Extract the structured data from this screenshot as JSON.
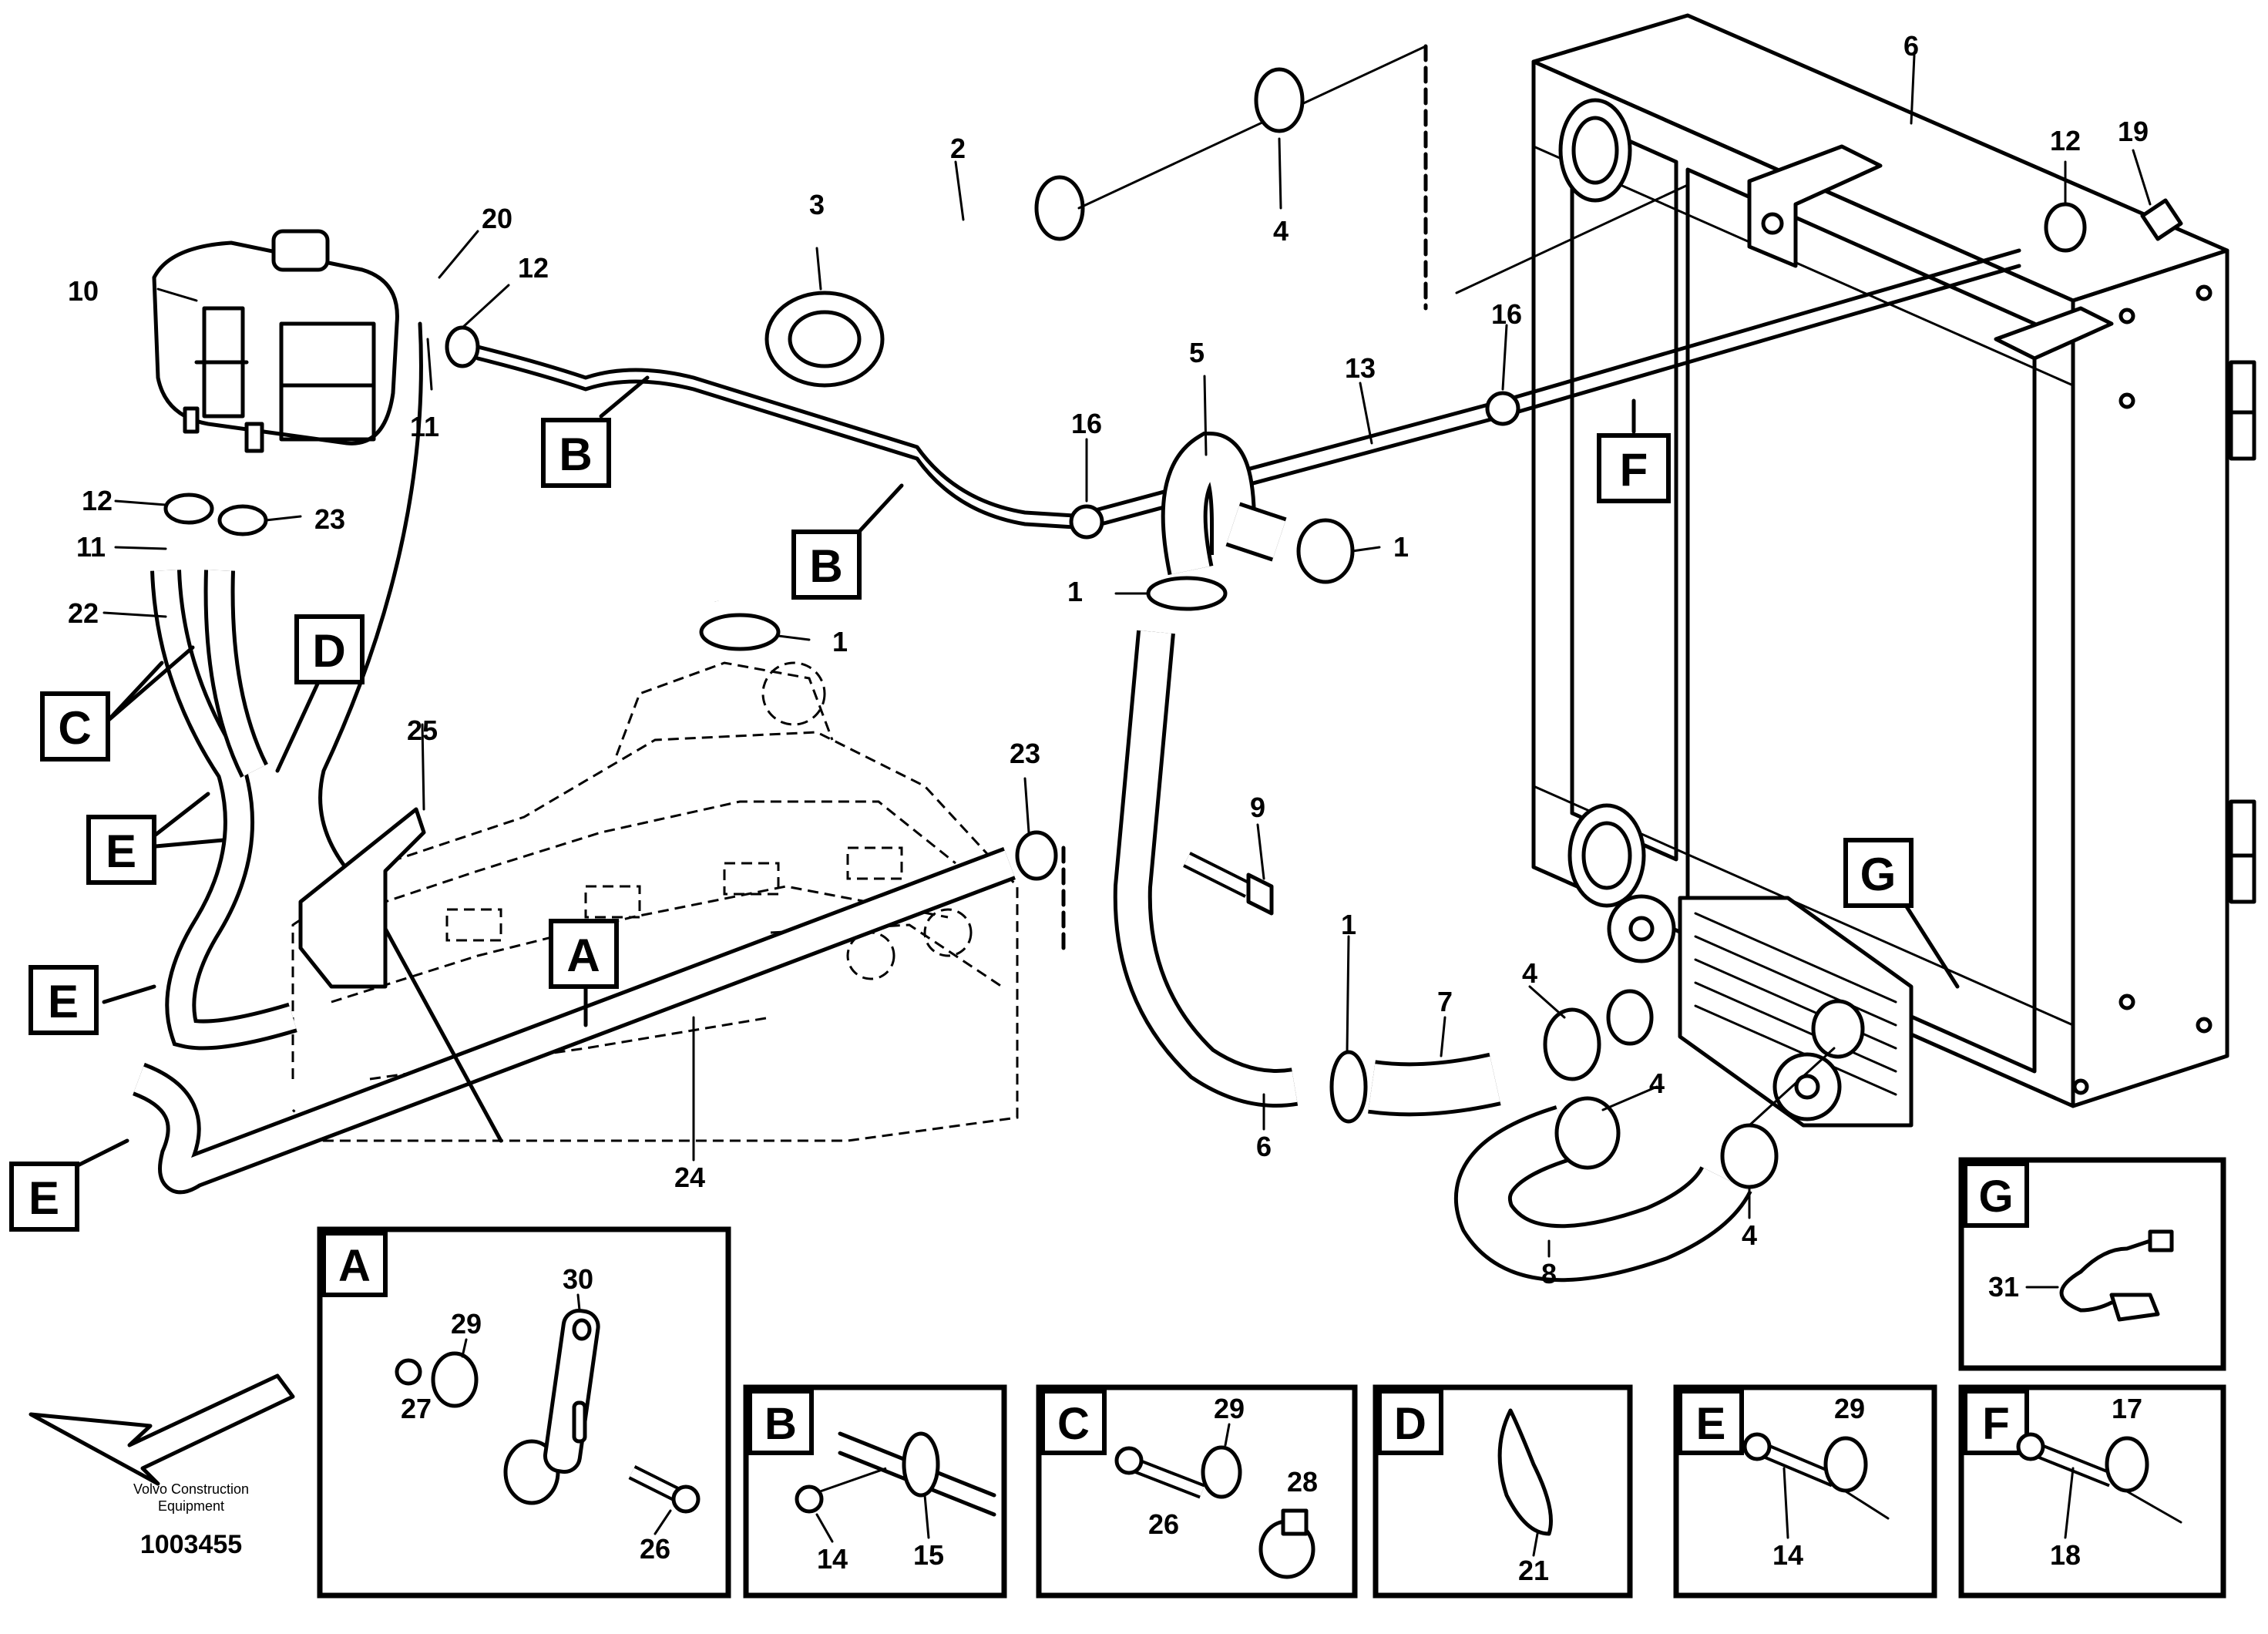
{
  "callouts": [
    {
      "id": "c-6-top",
      "text": "6"
    },
    {
      "id": "c-2",
      "text": "2"
    },
    {
      "id": "c-3",
      "text": "3"
    },
    {
      "id": "c-4-top",
      "text": "4"
    },
    {
      "id": "c-20",
      "text": "20"
    },
    {
      "id": "c-10",
      "text": "10"
    },
    {
      "id": "c-12-tank",
      "text": "12"
    },
    {
      "id": "c-11-tank",
      "text": "11"
    },
    {
      "id": "c-12-rad",
      "text": "12"
    },
    {
      "id": "c-19",
      "text": "19"
    },
    {
      "id": "c-16-right",
      "text": "16"
    },
    {
      "id": "c-5",
      "text": "5"
    },
    {
      "id": "c-13",
      "text": "13"
    },
    {
      "id": "c-16-left",
      "text": "16"
    },
    {
      "id": "c-1-a",
      "text": "1"
    },
    {
      "id": "c-1-b",
      "text": "1"
    },
    {
      "id": "c-1-c",
      "text": "1"
    },
    {
      "id": "c-12-left",
      "text": "12"
    },
    {
      "id": "c-23-left",
      "text": "23"
    },
    {
      "id": "c-11-left",
      "text": "11"
    },
    {
      "id": "c-22",
      "text": "22"
    },
    {
      "id": "c-25",
      "text": "25"
    },
    {
      "id": "c-23-mid",
      "text": "23"
    },
    {
      "id": "c-9",
      "text": "9"
    },
    {
      "id": "c-1-d",
      "text": "1"
    },
    {
      "id": "c-7",
      "text": "7"
    },
    {
      "id": "c-4-mid",
      "text": "4"
    },
    {
      "id": "c-4-low",
      "text": "4"
    },
    {
      "id": "c-6-low",
      "text": "6"
    },
    {
      "id": "c-24",
      "text": "24"
    },
    {
      "id": "c-8",
      "text": "8"
    },
    {
      "id": "c-4-right",
      "text": "4"
    }
  ],
  "detail_labels": [
    {
      "id": "lbl-b-1",
      "text": "B"
    },
    {
      "id": "lbl-b-2",
      "text": "B"
    },
    {
      "id": "lbl-f",
      "text": "F"
    },
    {
      "id": "lbl-d",
      "text": "D"
    },
    {
      "id": "lbl-c",
      "text": "C"
    },
    {
      "id": "lbl-e-1",
      "text": "E"
    },
    {
      "id": "lbl-e-2",
      "text": "E"
    },
    {
      "id": "lbl-e-3",
      "text": "E"
    },
    {
      "id": "lbl-a",
      "text": "A"
    },
    {
      "id": "lbl-g",
      "text": "G"
    }
  ],
  "insets": [
    {
      "letter": "A",
      "callouts": [
        "29",
        "30",
        "27",
        "26"
      ]
    },
    {
      "letter": "B",
      "callouts": [
        "14",
        "15"
      ]
    },
    {
      "letter": "C",
      "callouts": [
        "29",
        "26",
        "28"
      ]
    },
    {
      "letter": "D",
      "callouts": [
        "21"
      ]
    },
    {
      "letter": "E",
      "callouts": [
        "29",
        "14"
      ]
    },
    {
      "letter": "F",
      "callouts": [
        "17",
        "18"
      ]
    },
    {
      "letter": "G",
      "callouts": [
        "31"
      ]
    }
  ],
  "publisher": {
    "line1": "Volvo Construction",
    "line2": "Equipment"
  },
  "figure_number": "1003455",
  "icons": {
    "direction_arrow": "front-direction-arrow-icon"
  }
}
